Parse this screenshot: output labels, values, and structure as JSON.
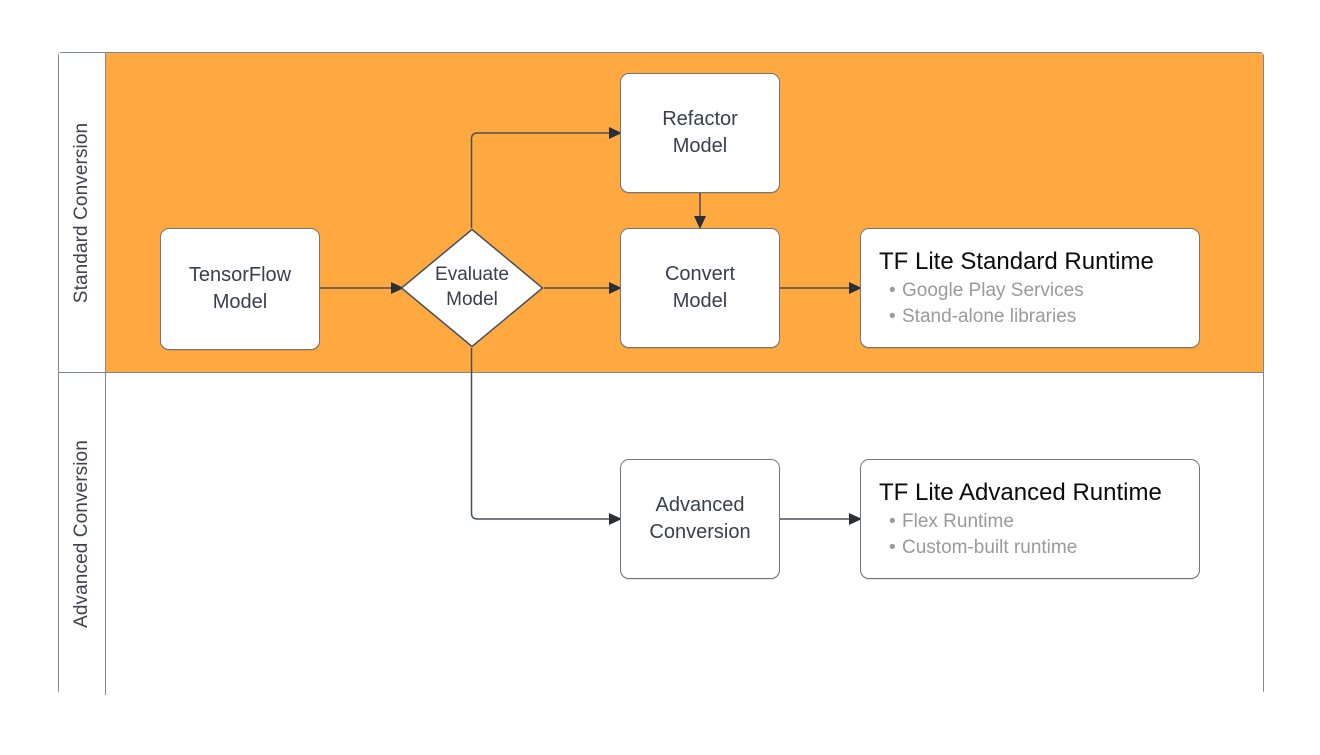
{
  "diagram": {
    "type": "flowchart-swimlane",
    "lanes": [
      {
        "id": "standard",
        "label": "Standard Conversion",
        "fill": "#FFA940"
      },
      {
        "id": "advanced",
        "label": "Advanced Conversion",
        "fill": "#FFFFFF"
      }
    ],
    "colors": {
      "lane_highlight": "#FFA940",
      "node_border": "#6F7681",
      "node_fill": "#FFFFFF",
      "text": "#39404C",
      "muted_text": "#9A9A9A",
      "edge": "#4A5059"
    }
  },
  "nodes": {
    "tensorflow_model": {
      "line1": "TensorFlow",
      "line2": "Model",
      "shape": "rounded-rect",
      "lane": "standard"
    },
    "evaluate_model": {
      "line1": "Evaluate",
      "line2": "Model",
      "shape": "diamond",
      "lane": "standard"
    },
    "refactor_model": {
      "line1": "Refactor",
      "line2": "Model",
      "shape": "rounded-rect",
      "lane": "standard"
    },
    "convert_model": {
      "line1": "Convert",
      "line2": "Model",
      "shape": "rounded-rect",
      "lane": "standard"
    },
    "advanced_conversion": {
      "line1": "Advanced",
      "line2": "Conversion",
      "shape": "rounded-rect",
      "lane": "advanced"
    }
  },
  "cards": {
    "standard_runtime": {
      "title": "TF Lite Standard Runtime",
      "items": [
        "Google Play Services",
        "Stand-alone libraries"
      ]
    },
    "advanced_runtime": {
      "title": "TF Lite Advanced Runtime",
      "items": [
        "Flex Runtime",
        "Custom-built runtime"
      ]
    }
  },
  "edges": [
    {
      "from": "tensorflow_model",
      "to": "evaluate_model",
      "style": "straight-arrow"
    },
    {
      "from": "evaluate_model",
      "to": "refactor_model",
      "style": "elbow-up-arrow"
    },
    {
      "from": "evaluate_model",
      "to": "convert_model",
      "style": "straight-arrow"
    },
    {
      "from": "evaluate_model",
      "to": "advanced_conversion",
      "style": "elbow-down-arrow"
    },
    {
      "from": "refactor_model",
      "to": "convert_model",
      "style": "straight-arrow-down"
    },
    {
      "from": "convert_model",
      "to": "standard_runtime",
      "style": "straight-arrow"
    },
    {
      "from": "advanced_conversion",
      "to": "advanced_runtime",
      "style": "straight-arrow"
    }
  ]
}
